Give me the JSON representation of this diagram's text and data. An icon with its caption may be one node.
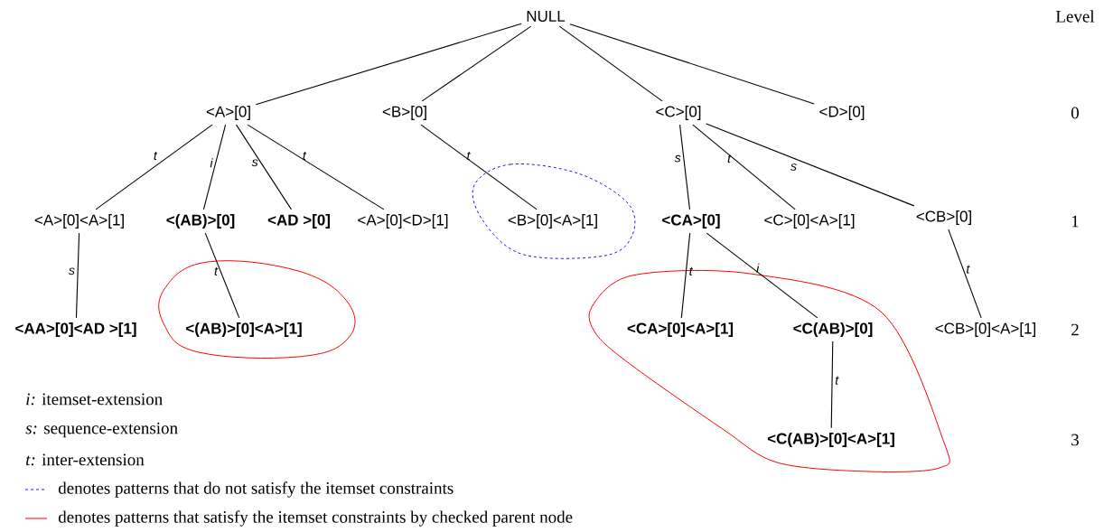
{
  "diagram": {
    "nodes": [
      {
        "text": [
          "NULL"
        ]
      },
      {
        "text": [
          "<A>[0]"
        ]
      },
      {
        "text": [
          "<B>[0]"
        ]
      },
      {
        "text": [
          "<C>[0]"
        ]
      },
      {
        "text": [
          "<D>[0]"
        ]
      },
      {
        "text": [
          "<A>[0]<A>[1]"
        ]
      },
      {
        "text": [
          "<(AB)>[0]"
        ]
      },
      {
        "text": [
          "<AD >[0]"
        ]
      },
      {
        "text": [
          "<A>[0]<D>[1]"
        ]
      },
      {
        "text": [
          "<B>[0]<A>[1]"
        ]
      },
      {
        "text": [
          "<CA>[0]"
        ]
      },
      {
        "text": [
          "<C>[0]<A>[1]"
        ]
      },
      {
        "text": [
          "<CB>[0]"
        ]
      },
      {
        "text": [
          "<AA>[0]<AD >[1]"
        ]
      },
      {
        "text": [
          "<(AB)>[0]<A>[1]"
        ]
      },
      {
        "text": [
          "<CA>[0]<A>[1]"
        ]
      },
      {
        "text": [
          "<C(AB)>[0]"
        ]
      },
      {
        "text": [
          "<CB>[0]<A>[1]"
        ]
      },
      {
        "text": [
          "<C(AB)>[0]<A>[1]"
        ]
      }
    ],
    "edges": [
      {
        "from": 0,
        "to": 1,
        "arrow": "none"
      },
      {
        "from": 0,
        "to": 2,
        "arrow": "none"
      },
      {
        "from": 0,
        "to": 3,
        "arrow": "none"
      },
      {
        "from": 0,
        "to": 4,
        "arrow": "none"
      },
      {
        "from": 1,
        "to": 5,
        "arrow": "none",
        "label": "t"
      },
      {
        "from": 1,
        "to": 6,
        "arrow": "none",
        "label": "i"
      },
      {
        "from": 1,
        "to": 7,
        "arrow": "none",
        "label": "s"
      },
      {
        "from": 1,
        "to": 8,
        "arrow": "none",
        "label": "t"
      },
      {
        "from": 2,
        "to": 9,
        "arrow": "none",
        "label": "t"
      },
      {
        "from": 3,
        "to": 10,
        "arrow": "none",
        "label": "s"
      },
      {
        "from": 3,
        "to": 11,
        "arrow": "none",
        "label": "t"
      },
      {
        "from": 3,
        "to": 12,
        "arrow": "none",
        "label": "s"
      },
      {
        "from": 5,
        "to": 13,
        "arrow": "none",
        "label": "s"
      },
      {
        "from": 6,
        "to": 14,
        "arrow": "none",
        "label": "t"
      },
      {
        "from": 10,
        "to": 15,
        "arrow": "none",
        "label": "t"
      },
      {
        "from": 10,
        "to": 16,
        "arrow": "none",
        "label": "i"
      },
      {
        "from": 12,
        "to": 17,
        "arrow": "none",
        "label": "t"
      },
      {
        "from": 16,
        "to": 18,
        "arrow": "none",
        "label": "t"
      }
    ],
    "labels": [
      "Level",
      "0",
      "1",
      "2",
      "3",
      "*i:* itemset-extension",
      "*s:* sequence-extension",
      "*t:* inter-extension"
    ],
    "legend": [
      {
        "text": "denotes patterns that do not satisfy the itemset constraints"
      },
      {
        "text": "denotes patterns that satisfy the itemset constraints by checked parent node"
      }
    ]
  }
}
